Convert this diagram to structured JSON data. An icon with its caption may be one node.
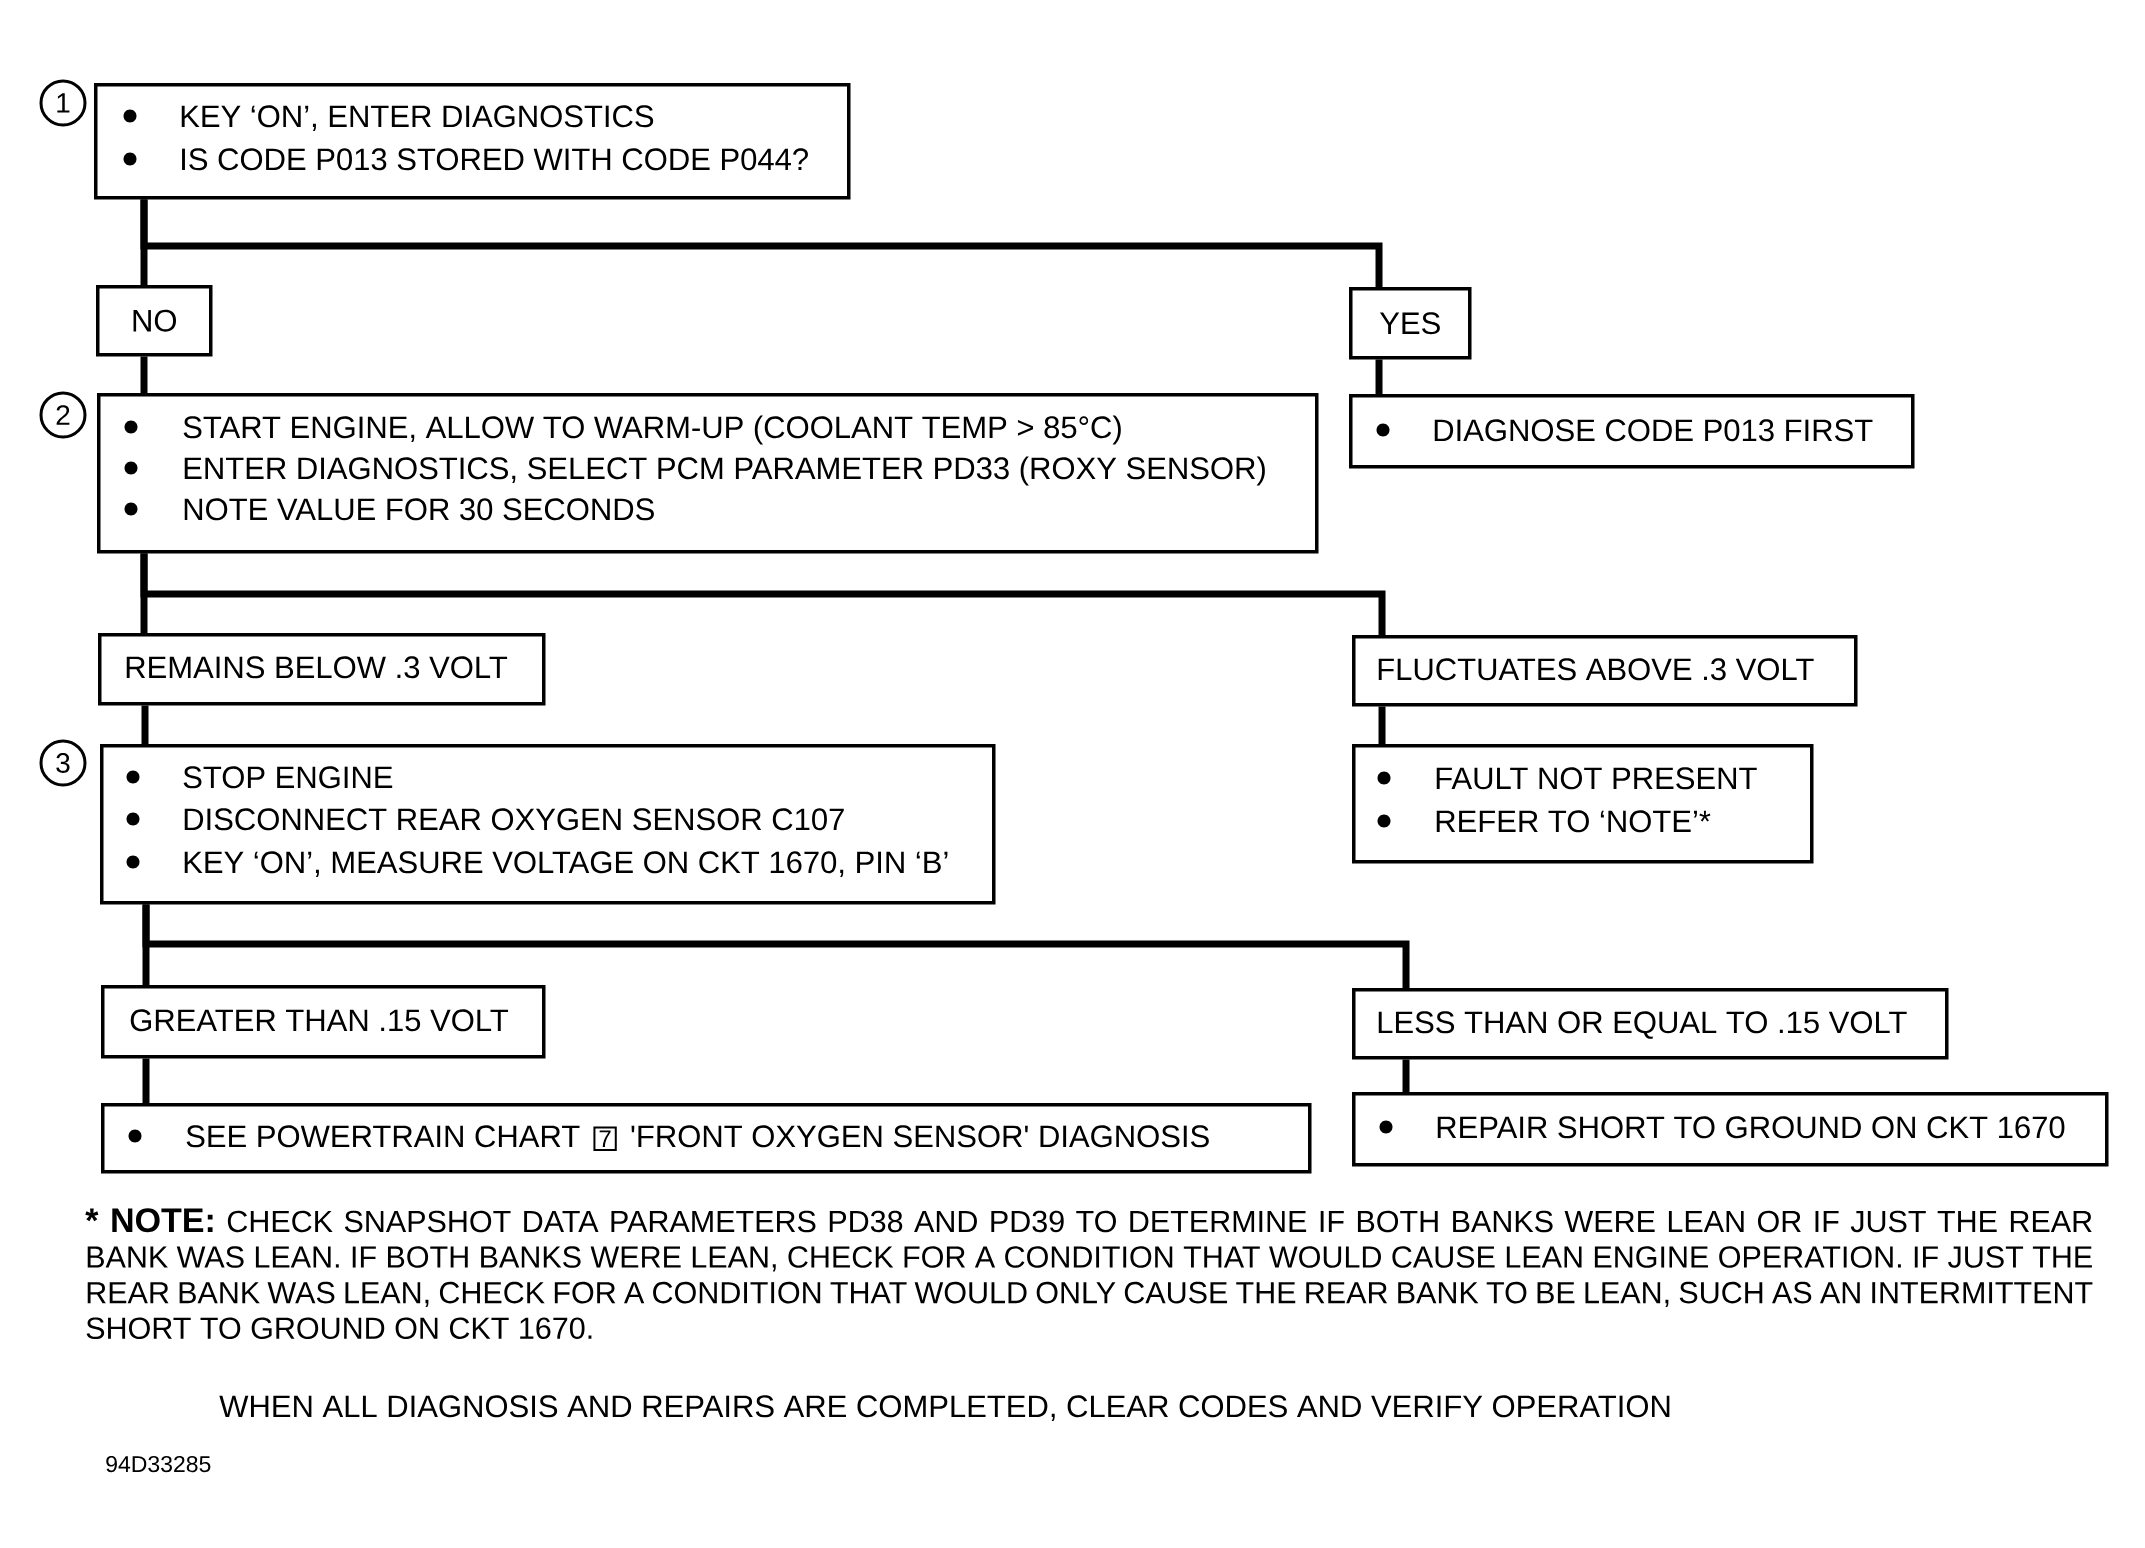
{
  "diagram": {
    "nodes": [
      {
        "text": [
          "1"
        ]
      },
      {
        "text": [
          "KEY ‘ON’, ENTER DIAGNOSTICS",
          "IS CODE P013 STORED WITH CODE P044?"
        ]
      },
      {
        "text": [
          "NO"
        ]
      },
      {
        "text": [
          "YES"
        ]
      },
      {
        "text": [
          "2"
        ]
      },
      {
        "text": [
          "START ENGINE, ALLOW TO WARM-UP (COOLANT TEMP > 85°C)",
          "ENTER DIAGNOSTICS, SELECT PCM PARAMETER PD33 (ROXY SENSOR)",
          "NOTE VALUE FOR 30 SECONDS"
        ]
      },
      {
        "text": [
          "DIAGNOSE CODE P013 FIRST"
        ]
      },
      {
        "text": [
          "REMAINS BELOW .3 VOLT"
        ]
      },
      {
        "text": [
          "FLUCTUATES ABOVE .3 VOLT"
        ]
      },
      {
        "text": [
          "3"
        ]
      },
      {
        "text": [
          "STOP ENGINE",
          "DISCONNECT REAR OXYGEN SENSOR C107",
          "KEY ‘ON’, MEASURE VOLTAGE ON CKT 1670, PIN ‘B’"
        ]
      },
      {
        "text": [
          "FAULT NOT PRESENT",
          "REFER TO ‘NOTE’*"
        ]
      },
      {
        "text": [
          "GREATER THAN .15 VOLT"
        ]
      },
      {
        "text": [
          "LESS THAN OR EQUAL TO .15 VOLT"
        ]
      },
      {
        "text": [
          "SEE POWERTRAIN CHART",
          "7",
          "'FRONT OXYGEN SENSOR' DIAGNOSIS"
        ]
      },
      {
        "text": [
          "REPAIR SHORT TO GROUND ON CKT 1670"
        ]
      }
    ],
    "edges": [
      {
        "from": 1,
        "to": 2,
        "arrow": "none"
      },
      {
        "from": 1,
        "to": 3,
        "arrow": "none"
      },
      {
        "from": 2,
        "to": 5,
        "arrow": "none"
      },
      {
        "from": 3,
        "to": 6,
        "arrow": "none"
      },
      {
        "from": 5,
        "to": 7,
        "arrow": "none"
      },
      {
        "from": 5,
        "to": 8,
        "arrow": "none"
      },
      {
        "from": 7,
        "to": 10,
        "arrow": "none"
      },
      {
        "from": 8,
        "to": 11,
        "arrow": "none"
      },
      {
        "from": 10,
        "to": 12,
        "arrow": "none"
      },
      {
        "from": 10,
        "to": 13,
        "arrow": "none"
      },
      {
        "from": 12,
        "to": 14,
        "arrow": "none"
      },
      {
        "from": 13,
        "to": 15,
        "arrow": "none"
      }
    ],
    "labels": [
      "* NOTE:",
      "CHECK SNAPSHOT DATA PARAMETERS PD38 AND PD39 TO DETERMINE IF BOTH BANKS WERE LEAN OR IF JUST THE REAR BANK WAS LEAN. IF BOTH BANKS WERE LEAN, CHECK FOR A CONDITION THAT WOULD CAUSE LEAN ENGINE OPERATION. IF JUST THE REAR BANK WAS LEAN, CHECK FOR A CONDITION THAT WOULD ONLY CAUSE THE REAR BANK TO BE LEAN, SUCH AS AN INTERMITTENT SHORT TO GROUND ON CKT 1670.",
      "WHEN ALL DIAGNOSIS AND REPAIRS ARE COMPLETED, CLEAR CODES AND VERIFY OPERATION",
      "94D33285"
    ]
  }
}
